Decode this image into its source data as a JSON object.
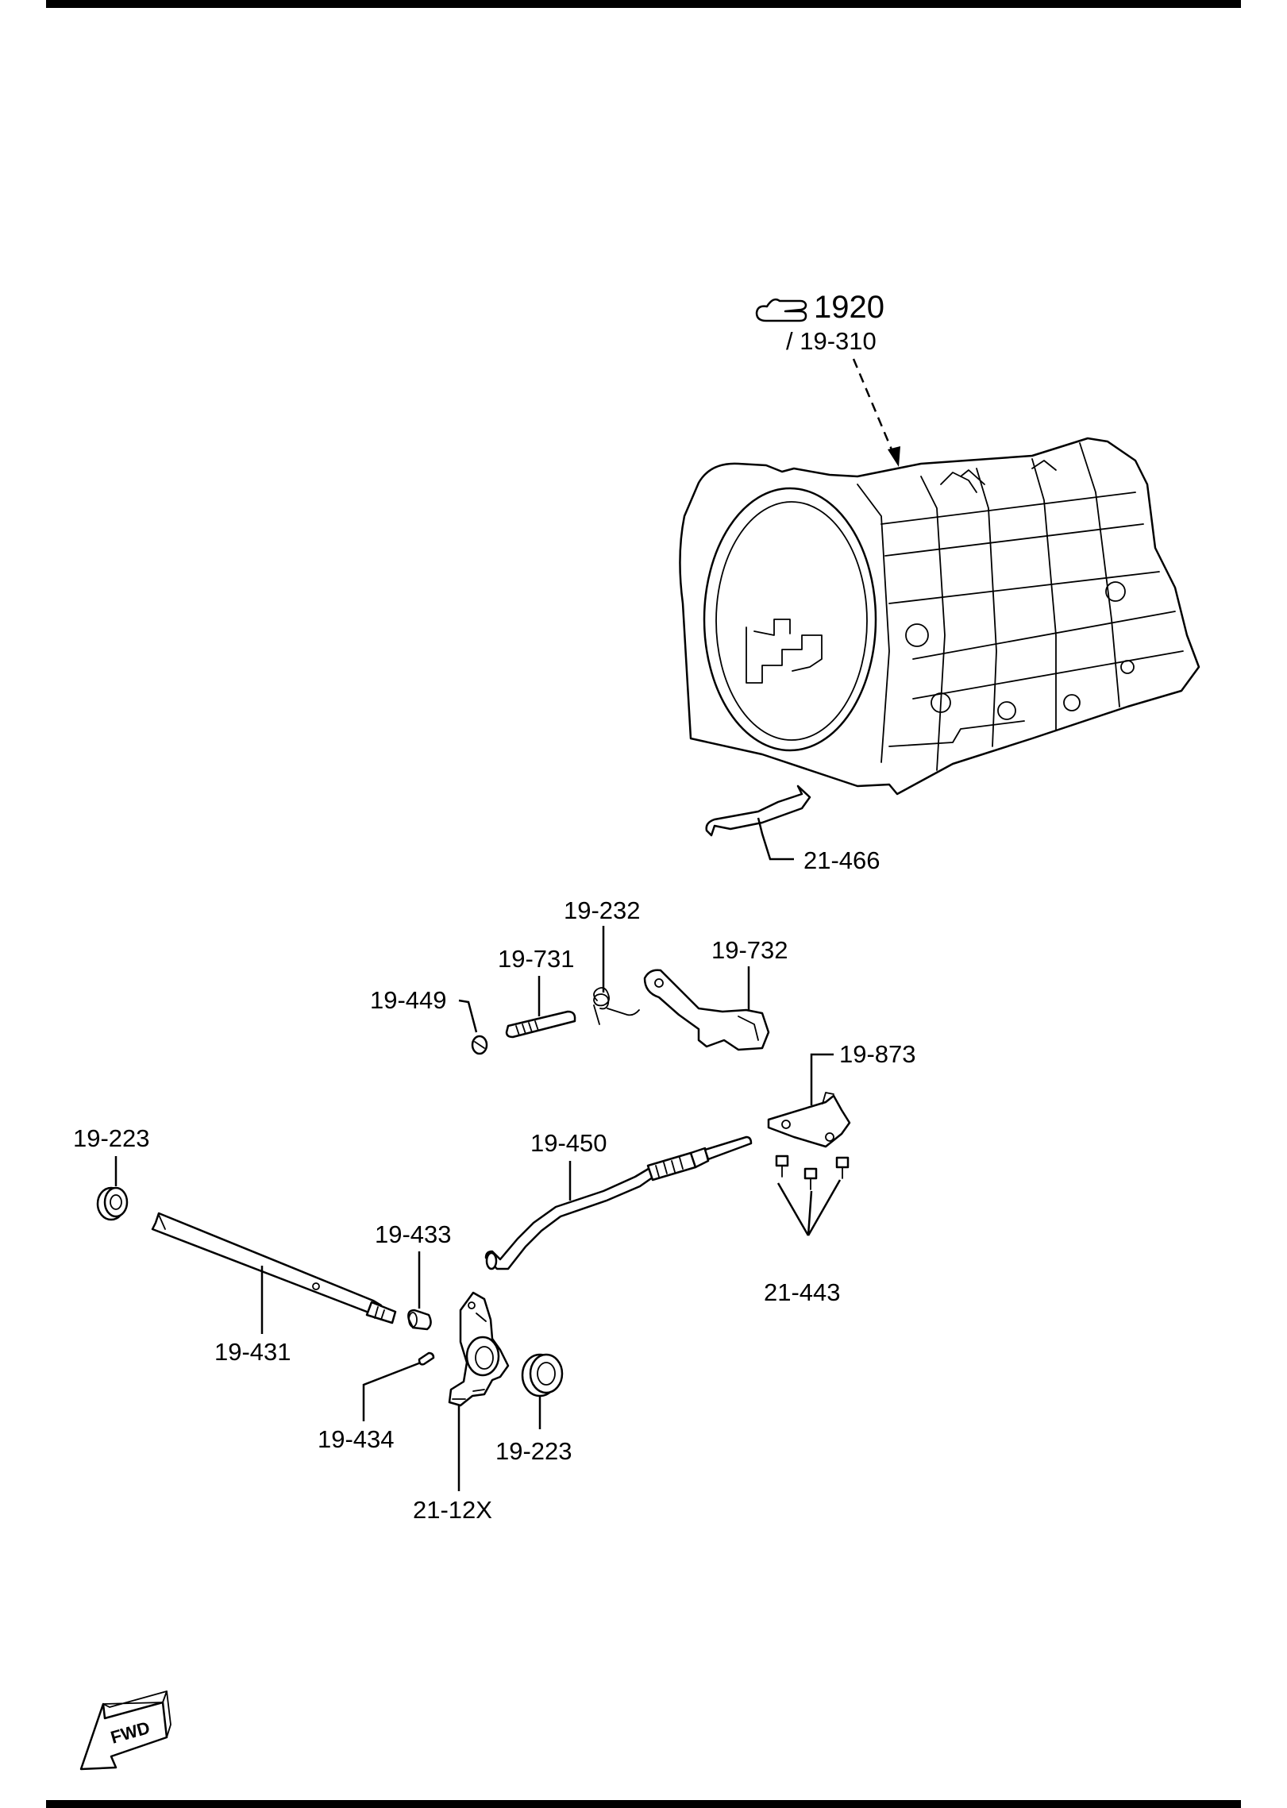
{
  "header_ref": {
    "section": "1920",
    "sub": "/ 19-310"
  },
  "callouts": {
    "c1": "21-466",
    "c2": "19-232",
    "c3": "19-731",
    "c4": "19-732",
    "c5": "19-449",
    "c6": "19-873",
    "c7": "19-223",
    "c8": "19-450",
    "c9": "19-433",
    "c10": "21-443",
    "c11": "19-431",
    "c12": "19-434",
    "c13": "19-223",
    "c14": "21-12X"
  },
  "fwd_label": "FWD",
  "icons": {
    "reference": "pointing-hand-icon",
    "direction": "fwd-arrow-icon"
  }
}
